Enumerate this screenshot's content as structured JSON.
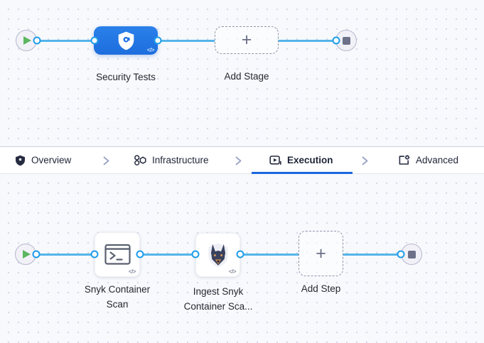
{
  "colors": {
    "accent_blue": "#1b66dd",
    "flow_line_blue": "#55b5ea",
    "port_ring_blue": "#1e9ce9",
    "stage_node_blue": "#2274e4",
    "play_green": "#5cb660",
    "stop_gray": "#6d7189",
    "canvas_bg": "#f7f9fd"
  },
  "stage_pipeline": {
    "start_icon": "pipeline-start-play",
    "end_icon": "pipeline-end-stop",
    "stage_label": "Security Tests",
    "stage_icon": "security-shield",
    "add_stage_label": "Add Stage",
    "plus_symbol": "+",
    "code_badge": "</>"
  },
  "tabbar": {
    "tabs": [
      {
        "label": "Overview",
        "icon": "shield",
        "active": false
      },
      {
        "label": "Infrastructure",
        "icon": "nodes-cluster",
        "active": false
      },
      {
        "label": "Execution",
        "icon": "play-box",
        "active": true
      },
      {
        "label": "Advanced",
        "icon": "gear-box",
        "active": false
      }
    ],
    "separator_icon": "chevron-right"
  },
  "execution_pipeline": {
    "start_icon": "pipeline-start-play",
    "end_icon": "pipeline-end-stop",
    "steps": [
      {
        "icon": "terminal",
        "label_lines": [
          "Snyk Container",
          "Scan"
        ]
      },
      {
        "icon": "snyk-dog",
        "label_lines": [
          "Ingest Snyk",
          "Container Sca..."
        ]
      }
    ],
    "add_step_label": "Add Step",
    "plus_symbol": "+",
    "code_badge": "</>"
  }
}
